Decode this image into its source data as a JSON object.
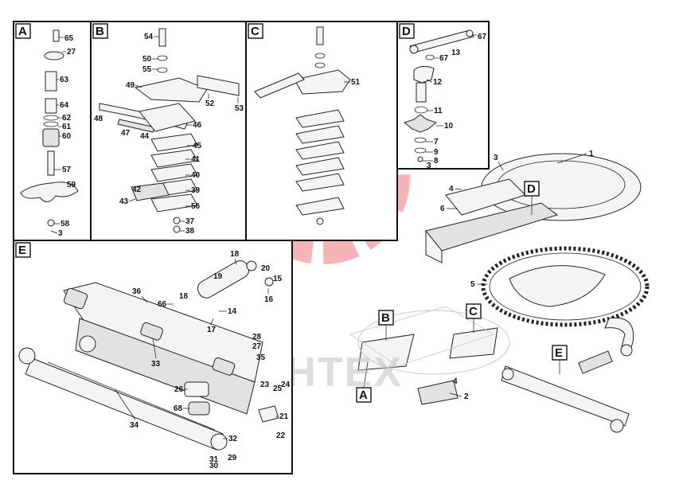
{
  "panels": [
    {
      "id": "A",
      "letter": "A"
    },
    {
      "id": "B",
      "letter": "B"
    },
    {
      "id": "C",
      "letter": "C"
    },
    {
      "id": "D",
      "letter": "D"
    },
    {
      "id": "E",
      "letter": "E"
    }
  ],
  "callouts": {
    "main": [
      "1",
      "2",
      "3",
      "4",
      "5",
      "6"
    ],
    "panel_a": [
      "65",
      "27",
      "63",
      "64",
      "62",
      "61",
      "60",
      "57",
      "59",
      "58",
      "3"
    ],
    "panel_b": [
      "54",
      "50",
      "55",
      "49",
      "52",
      "53",
      "48",
      "47",
      "44",
      "46",
      "45",
      "41",
      "40",
      "39",
      "42",
      "43",
      "56",
      "37",
      "38"
    ],
    "panel_c": [
      "51"
    ],
    "panel_d": [
      "67",
      "13",
      "67",
      "12",
      "11",
      "10",
      "7",
      "9",
      "8",
      "3"
    ],
    "panel_e": [
      "18",
      "19",
      "20",
      "15",
      "16",
      "36",
      "66",
      "18",
      "14",
      "17",
      "28",
      "27",
      "35",
      "33",
      "23",
      "25",
      "24",
      "26",
      "68",
      "21",
      "22",
      "34",
      "32",
      "31",
      "29",
      "30"
    ]
  },
  "overview_tags": [
    "A",
    "B",
    "C",
    "D",
    "E"
  ],
  "watermark": {
    "text": "ИНТЕХ",
    "logo_color": "#f06b70"
  }
}
